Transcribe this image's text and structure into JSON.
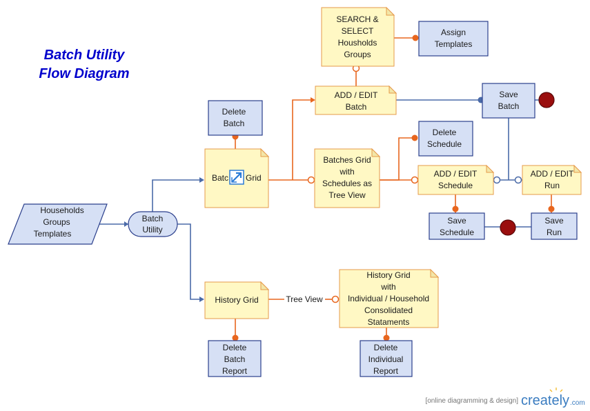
{
  "title": {
    "line1": "Batch Utility",
    "line2": "Flow Diagram"
  },
  "nodes": {
    "households": [
      "Households",
      "Groups",
      "Templates"
    ],
    "batch_utility": [
      "Batch",
      "Utility"
    ],
    "delete_batch": [
      "Delete",
      "Batch"
    ],
    "batch_grid": {
      "left": "Batc",
      "right": "Grid"
    },
    "add_edit_batch": [
      "ADD / EDIT",
      "Batch"
    ],
    "search_select": [
      "SEARCH &",
      "SELECT",
      "Housholds",
      "Groups"
    ],
    "assign_templates": [
      "Assign",
      "Templates"
    ],
    "save_batch": [
      "Save",
      "Batch"
    ],
    "batches_grid": [
      "Batches Grid",
      "with",
      "Schedules as",
      "Tree View"
    ],
    "delete_schedule": [
      "Delete",
      "Schedule"
    ],
    "add_edit_schedule": [
      "ADD / EDIT",
      "Schedule"
    ],
    "add_edit_run": [
      "ADD / EDIT",
      "Run"
    ],
    "save_schedule": [
      "Save",
      "Schedule"
    ],
    "save_run": [
      "Save",
      "Run"
    ],
    "history_grid": [
      "History Grid"
    ],
    "history_grid_detail": [
      "History Grid",
      "with",
      "Individual / Household",
      "Consolidated",
      "Stataments"
    ],
    "delete_batch_report": [
      "Delete",
      "Batch",
      "Report"
    ],
    "delete_individual_report": [
      "Delete",
      "Individual",
      "Report"
    ]
  },
  "edge_labels": {
    "tree_view": "Tree View"
  },
  "footer": {
    "tagline": "[online diagramming & design]",
    "brand": "creately",
    "suffix": ".com"
  },
  "colors": {
    "title": "#0000cc",
    "note_fill": "#fff8c4",
    "note_border": "#e69a4a",
    "process_fill": "#d6e0f5",
    "process_border": "#2b3f8c",
    "connector_orange": "#e8661e",
    "connector_blue": "#4a6aa8",
    "end_marker": "#9a0e0e"
  }
}
